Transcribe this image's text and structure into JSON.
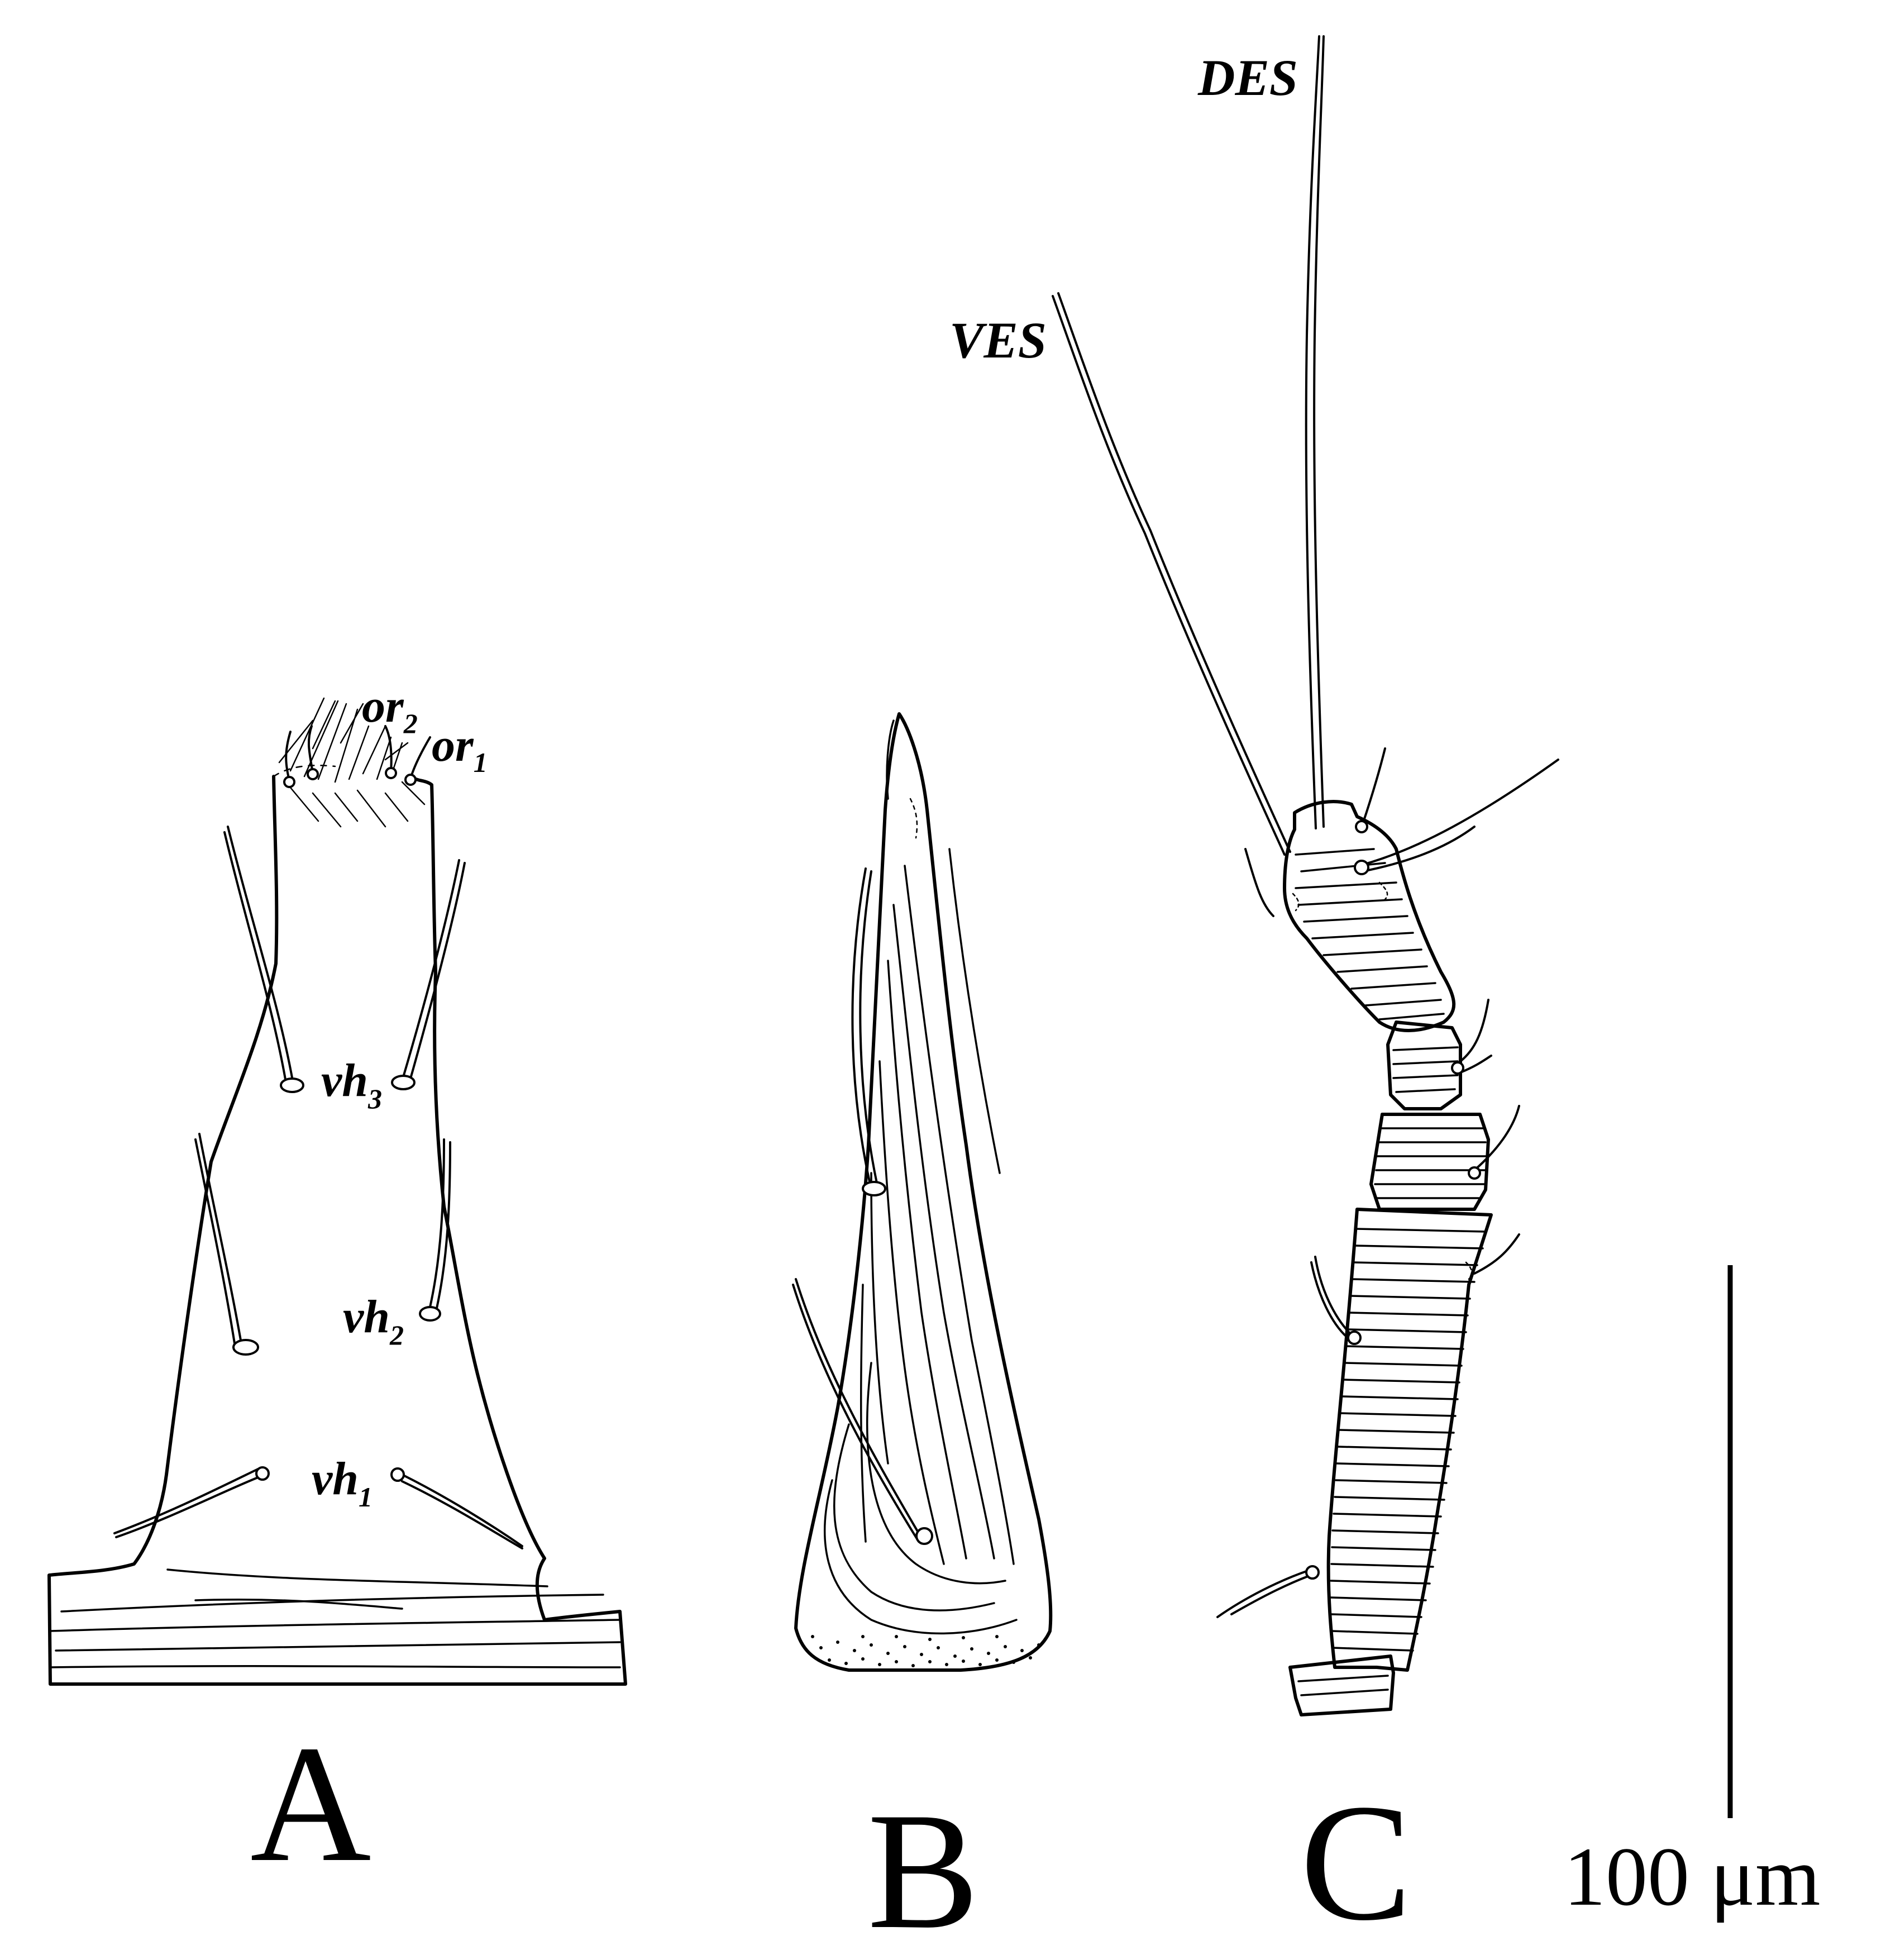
{
  "panels": [
    {
      "letter": "A"
    },
    {
      "letter": "B"
    },
    {
      "letter": "C"
    }
  ],
  "seta_labels": {
    "or2": {
      "base": "or",
      "sub": "2"
    },
    "or1": {
      "base": "or",
      "sub": "1"
    },
    "vh3": {
      "base": "vh",
      "sub": "3"
    },
    "vh2": {
      "base": "vh",
      "sub": "2"
    },
    "vh1": {
      "base": "vh",
      "sub": "1"
    },
    "des": "DES",
    "ves": "VES"
  },
  "scale_bar": {
    "value": 100,
    "unit": "μm",
    "label": "100 μm"
  }
}
